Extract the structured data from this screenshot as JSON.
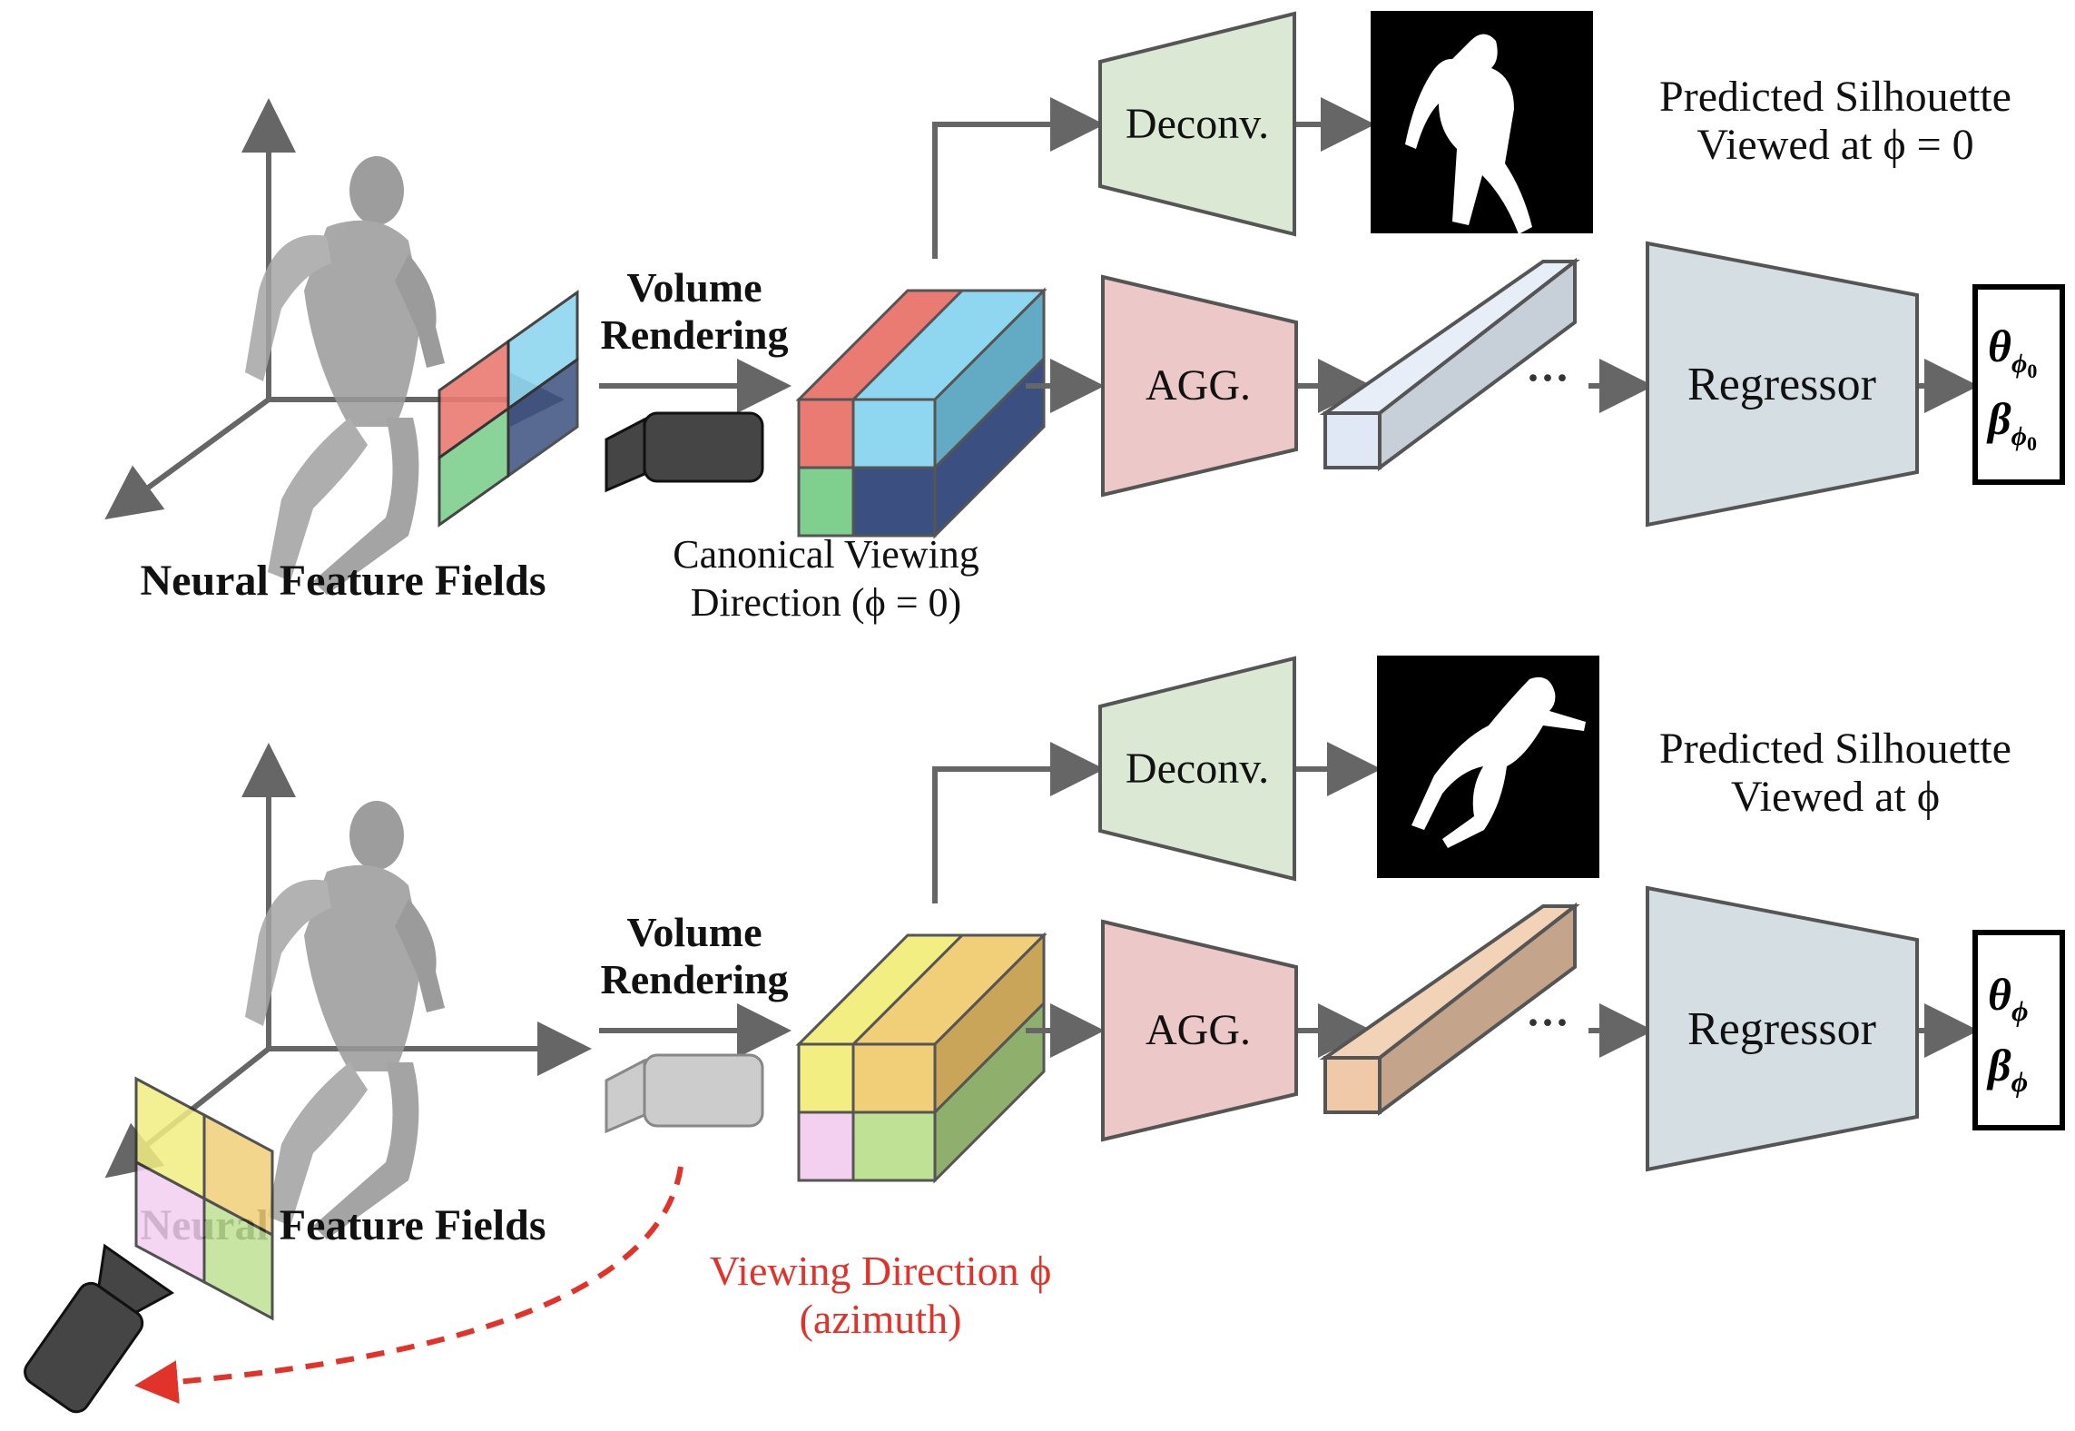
{
  "colors": {
    "arrow": "#666666",
    "red_accent": "#e2332b",
    "deconv_fill": "#dbe8d4",
    "agg_fill": "#ecc9c8",
    "regressor_fill": "#d5dfe3",
    "camera": "#454545",
    "camera_faded": "#cccccc",
    "cube_top": [
      "#ea7b72",
      "#8fd6f0",
      "#63aac4",
      "#3b4f80",
      "#7fd08e"
    ],
    "cube_bottom": [
      "#f2ee82",
      "#f0cf78",
      "#c9a55a",
      "#8fb06c",
      "#f3cff0",
      "#bfe195"
    ]
  },
  "icons": [
    "camera-icon",
    "silhouette-icon",
    "human-mesh-icon"
  ],
  "top": {
    "field_label": "Neural Feature Fields",
    "volume_rendering": [
      "Volume",
      "Rendering"
    ],
    "viewing_label": [
      "Canonical Viewing",
      "Direction (ϕ = 0)"
    ],
    "deconv": "Deconv.",
    "agg": "AGG.",
    "regressor": "Regressor",
    "dots": "···",
    "silhouette_label": [
      "Predicted Silhouette",
      "Viewed at ϕ = 0"
    ],
    "output": {
      "theta": "θ",
      "beta": "β",
      "sub": "ϕ",
      "subsub": "0"
    }
  },
  "bottom": {
    "field_label": "Neural Feature Fields",
    "volume_rendering": [
      "Volume",
      "Rendering"
    ],
    "direction_label": [
      "Viewing Direction ϕ",
      "(azimuth)"
    ],
    "deconv": "Deconv.",
    "agg": "AGG.",
    "regressor": "Regressor",
    "dots": "···",
    "silhouette_label": [
      "Predicted Silhouette",
      "Viewed at ϕ"
    ],
    "output": {
      "theta": "θ",
      "beta": "β",
      "sub": "ϕ"
    }
  }
}
